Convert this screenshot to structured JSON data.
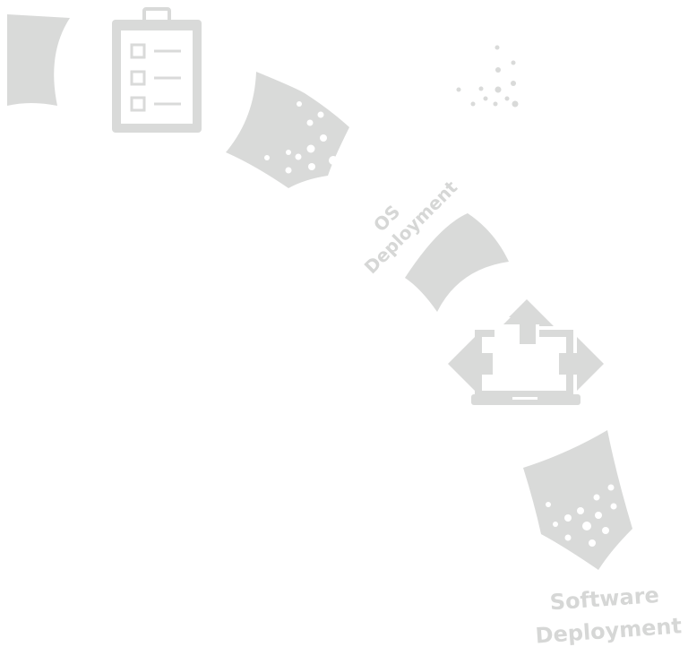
{
  "colors": {
    "shape": "#d9dad9",
    "dot": "#ffffff",
    "text": "#d6d7d6"
  },
  "labels": {
    "os_deployment_line1": "OS",
    "os_deployment_line2": "Deployment",
    "software_deployment_line1": "Software",
    "software_deployment_line2": "Deployment"
  },
  "icons": {
    "checklist": "clipboard-checklist-icon",
    "scattered_dots": "dot-cluster-icon",
    "laptop": "laptop-deploy-icon"
  }
}
